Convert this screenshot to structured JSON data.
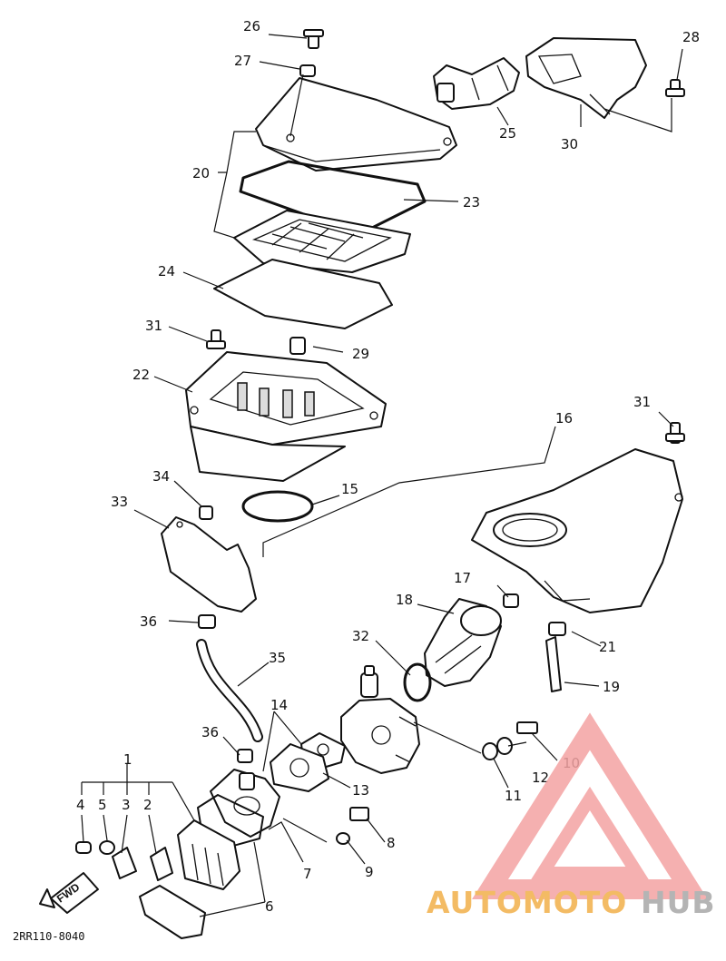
{
  "diagram": {
    "part_number": "2RR110-8040",
    "fwd_label": "FWD",
    "callouts": {
      "c1": "1",
      "c2": "2",
      "c3": "3",
      "c4": "4",
      "c5": "5",
      "c6": "6",
      "c7": "7",
      "c8": "8",
      "c9": "9",
      "c10": "10",
      "c11": "11",
      "c12": "12",
      "c13": "13",
      "c14": "14",
      "c15": "15",
      "c16": "16",
      "c17": "17",
      "c18": "18",
      "c19": "19",
      "c20": "20",
      "c21": "21",
      "c22": "22",
      "c23": "23",
      "c24": "24",
      "c25": "25",
      "c26": "26",
      "c27": "27",
      "c28": "28",
      "c29": "29",
      "c30": "30",
      "c31a": "31",
      "c31b": "31",
      "c32": "32",
      "c33": "33",
      "c34": "34",
      "c35": "35",
      "c36a": "36",
      "c36b": "36"
    }
  },
  "watermark": {
    "logo_text_a": "AUTOMOTO",
    "logo_text_b": "HUB",
    "colors": {
      "accent": "#f4a3a3",
      "orange": "#f2b04a",
      "gray": "#a7a7a7"
    }
  }
}
